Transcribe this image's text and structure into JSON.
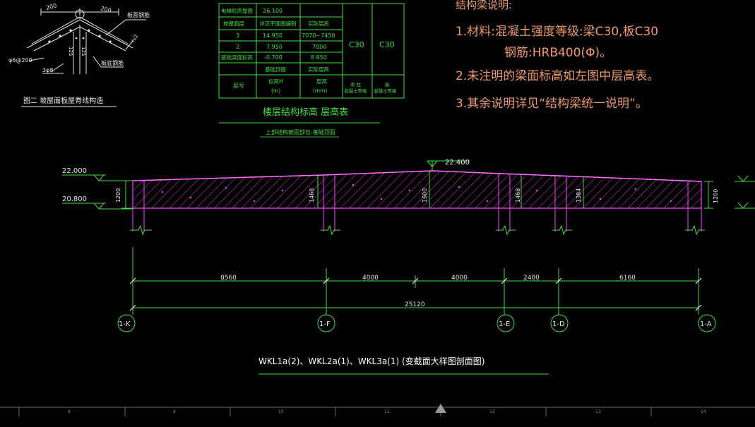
{
  "detail": {
    "dims": [
      "200",
      "200"
    ],
    "labels": {
      "roof_rebar": "板面钢筋",
      "slab_bar": "板底钢筋",
      "spacing": "φ6@200",
      "corner_bars": "3φ8",
      "d125a": "125",
      "d125b": "125",
      "thick": "h/2"
    },
    "caption": "图二 坡屋面板屋脊线构造"
  },
  "floor_table": {
    "rows": [
      [
        "电梯机房屋面",
        "26.100",
        "",
        "",
        ""
      ],
      [
        "坡屋面层",
        "详见平面图编制",
        "实际层高",
        "",
        ""
      ],
      [
        "3",
        "14.950",
        "7070~7450",
        "",
        ""
      ],
      [
        "2",
        "7.950",
        "7000",
        "",
        ""
      ],
      [
        "基础梁面标高",
        "-0.700",
        "8.650",
        "",
        ""
      ],
      [
        "",
        "基础顶面",
        "实际层高",
        "",
        ""
      ]
    ],
    "grade_cells": [
      "C30",
      "C30"
    ],
    "header": {
      "floor": "层号",
      "elev": "标高H",
      "elev_unit": "(m)",
      "height": "层高",
      "height_unit": "(mm)",
      "beam_grade_1": "梁 柱",
      "beam_grade_2": "混凝土等级",
      "slab_grade_1": "板",
      "slab_grade_2": "混凝土等级"
    },
    "title": "楼层结构标高 层高表",
    "subtitle": "上部结构嵌固部位:基础顶面"
  },
  "notes": {
    "title": "结构梁说明:",
    "lines": [
      "1.材料:混凝土强度等级:梁C30,板C30",
      "钢筋:HRB400(Φ)。",
      "2.未注明的梁面标高如左图中层高表。",
      "3.其余说明详见“结构梁统一说明”。"
    ]
  },
  "section": {
    "elev_top_left": "22.000",
    "elev_bot_left": "20.800",
    "elev_peak": "22.400",
    "depths": [
      "1200",
      "1468",
      "1600",
      "1468",
      "1384",
      "1200"
    ],
    "spans": [
      "8560",
      "4000",
      "4000",
      "2400",
      "6160"
    ],
    "total": "25120",
    "axes": [
      "1-K",
      "1-F",
      "1-E",
      "1-D",
      "1-A"
    ],
    "caption": "WKL1a(2)、WKL2a(1)、WKL3a(1) (变截面大样图剖面图)"
  },
  "ruler": {
    "ticks": [
      "8",
      "9",
      "10",
      "11",
      "12",
      "13",
      "14"
    ]
  },
  "colors": {
    "green": "#3fe03f",
    "magenta": "#ff40ff",
    "yellow": "#e8e800",
    "orange": "#ef9a6a"
  }
}
